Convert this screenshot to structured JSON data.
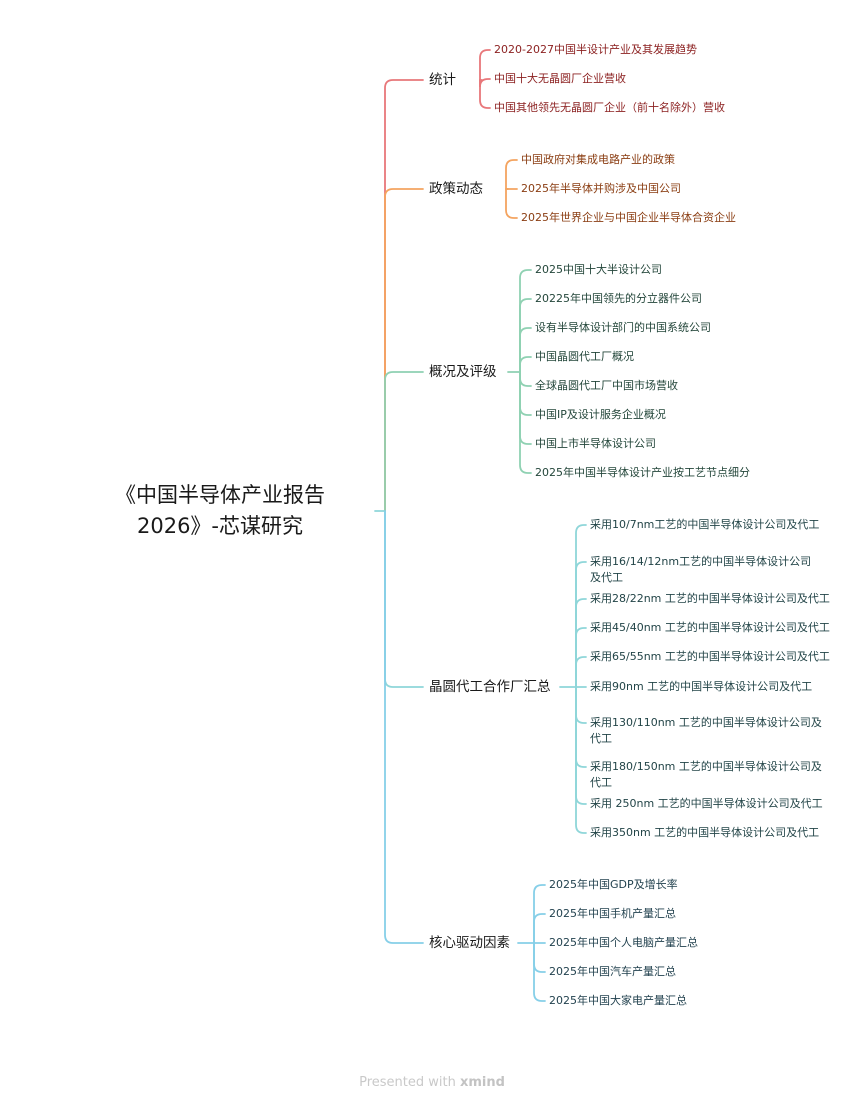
{
  "root": {
    "line1": "《中国半导体产业报告",
    "line2": "2026》-芯谋研究"
  },
  "branches": [
    {
      "label": "统计",
      "color": "#e8777a",
      "text_color": "#8b1f1f",
      "items": [
        "2020-2027中国半设计产业及其发展趋势",
        "中国十大无晶圆厂企业营收",
        "中国其他领先无晶圆厂企业（前十名除外）营收"
      ]
    },
    {
      "label": "政策动态",
      "color": "#f4a460",
      "text_color": "#8a3d12",
      "items": [
        "中国政府对集成电路产业的政策",
        "2025年半导体并购涉及中国公司",
        "2025年世界企业与中国企业半导体合资企业"
      ]
    },
    {
      "label": "概况及评级",
      "color": "#8fd1b2",
      "text_color": "#23463a",
      "items": [
        "2025中国十大半设计公司",
        "20225年中国领先的分立器件公司",
        "设有半导体设计部门的中国系统公司",
        "中国晶圆代工厂概况",
        "全球晶圆代工厂中国市场营收",
        "中国IP及设计服务企业概况",
        "中国上市半导体设计公司",
        "2025年中国半导体设计产业按工艺节点细分"
      ]
    },
    {
      "label": "晶圆代工合作厂汇总",
      "color": "#8fd6d9",
      "text_color": "#234548",
      "items": [
        "采用10/7nm工艺的中国半导体设计公司及代工",
        "采用16/14/12nm工艺的中国半导体设计公司及代工",
        "采用28/22nm 工艺的中国半导体设计公司及代工",
        "采用45/40nm 工艺的中国半导体设计公司及代工",
        "采用65/55nm 工艺的中国半导体设计公司及代工",
        "采用90nm 工艺的中国半导体设计公司及代工",
        "采用130/110nm 工艺的中国半导体设计公司及代工",
        "采用180/150nm 工艺的中国半导体设计公司及代工",
        "采用 250nm 工艺的中国半导体设计公司及代工",
        "采用350nm 工艺的中国半导体设计公司及代工"
      ]
    },
    {
      "label": "核心驱动因素",
      "color": "#86cfe8",
      "text_color": "#1f3f4c",
      "items": [
        "2025年中国GDP及增长率",
        "2025年中国手机产量汇总",
        "2025年中国个人电脑产量汇总",
        "2025年中国汽车产量汇总",
        "2025年中国大家电产量汇总"
      ]
    }
  ],
  "footer": {
    "prefix": "Presented with ",
    "brand": "xmind"
  }
}
